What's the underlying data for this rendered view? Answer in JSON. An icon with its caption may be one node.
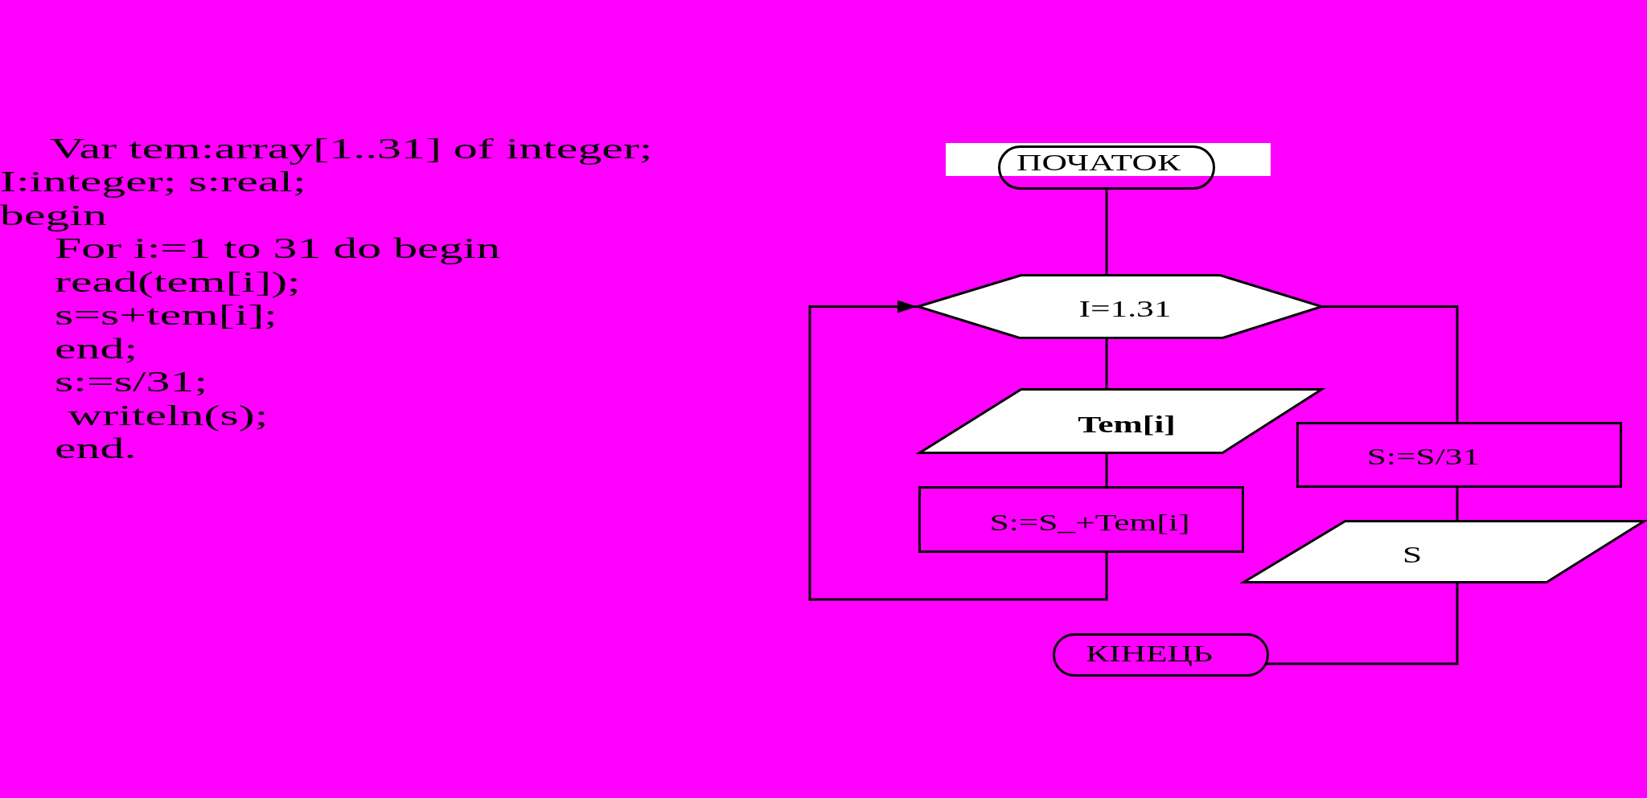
{
  "diagram": {
    "nodes": [
      {
        "text": [
          "ПОЧАТОК"
        ]
      },
      {
        "text": [
          "I=1.31"
        ]
      },
      {
        "text": [
          "Tem[i]"
        ]
      },
      {
        "text": [
          "S:=S_+Tem[i]"
        ]
      },
      {
        "text": [
          "S:=S/31"
        ]
      },
      {
        "text": [
          "S"
        ]
      },
      {
        "text": [
          "КІНЕЦЬ"
        ]
      }
    ],
    "edges": [
      {
        "from": 0,
        "to": 1,
        "arrow": "none"
      },
      {
        "from": 1,
        "to": 2,
        "arrow": "none"
      },
      {
        "from": 2,
        "to": 3,
        "arrow": "none"
      },
      {
        "from": 3,
        "to": 1,
        "arrow": "to"
      },
      {
        "from": 1,
        "to": 4,
        "arrow": "none"
      },
      {
        "from": 4,
        "to": 5,
        "arrow": "none"
      },
      {
        "from": 5,
        "to": 6,
        "arrow": "none"
      }
    ],
    "labels": [
      "Var tem:array[1..31] of integer;",
      "I:integer; s:real;",
      "begin",
      "For i:=1 to 31 do begin",
      "read(tem[i]);",
      "s=s+tem[i];",
      "end;",
      "s:=s/31;",
      "writeln(s);",
      "end."
    ]
  }
}
